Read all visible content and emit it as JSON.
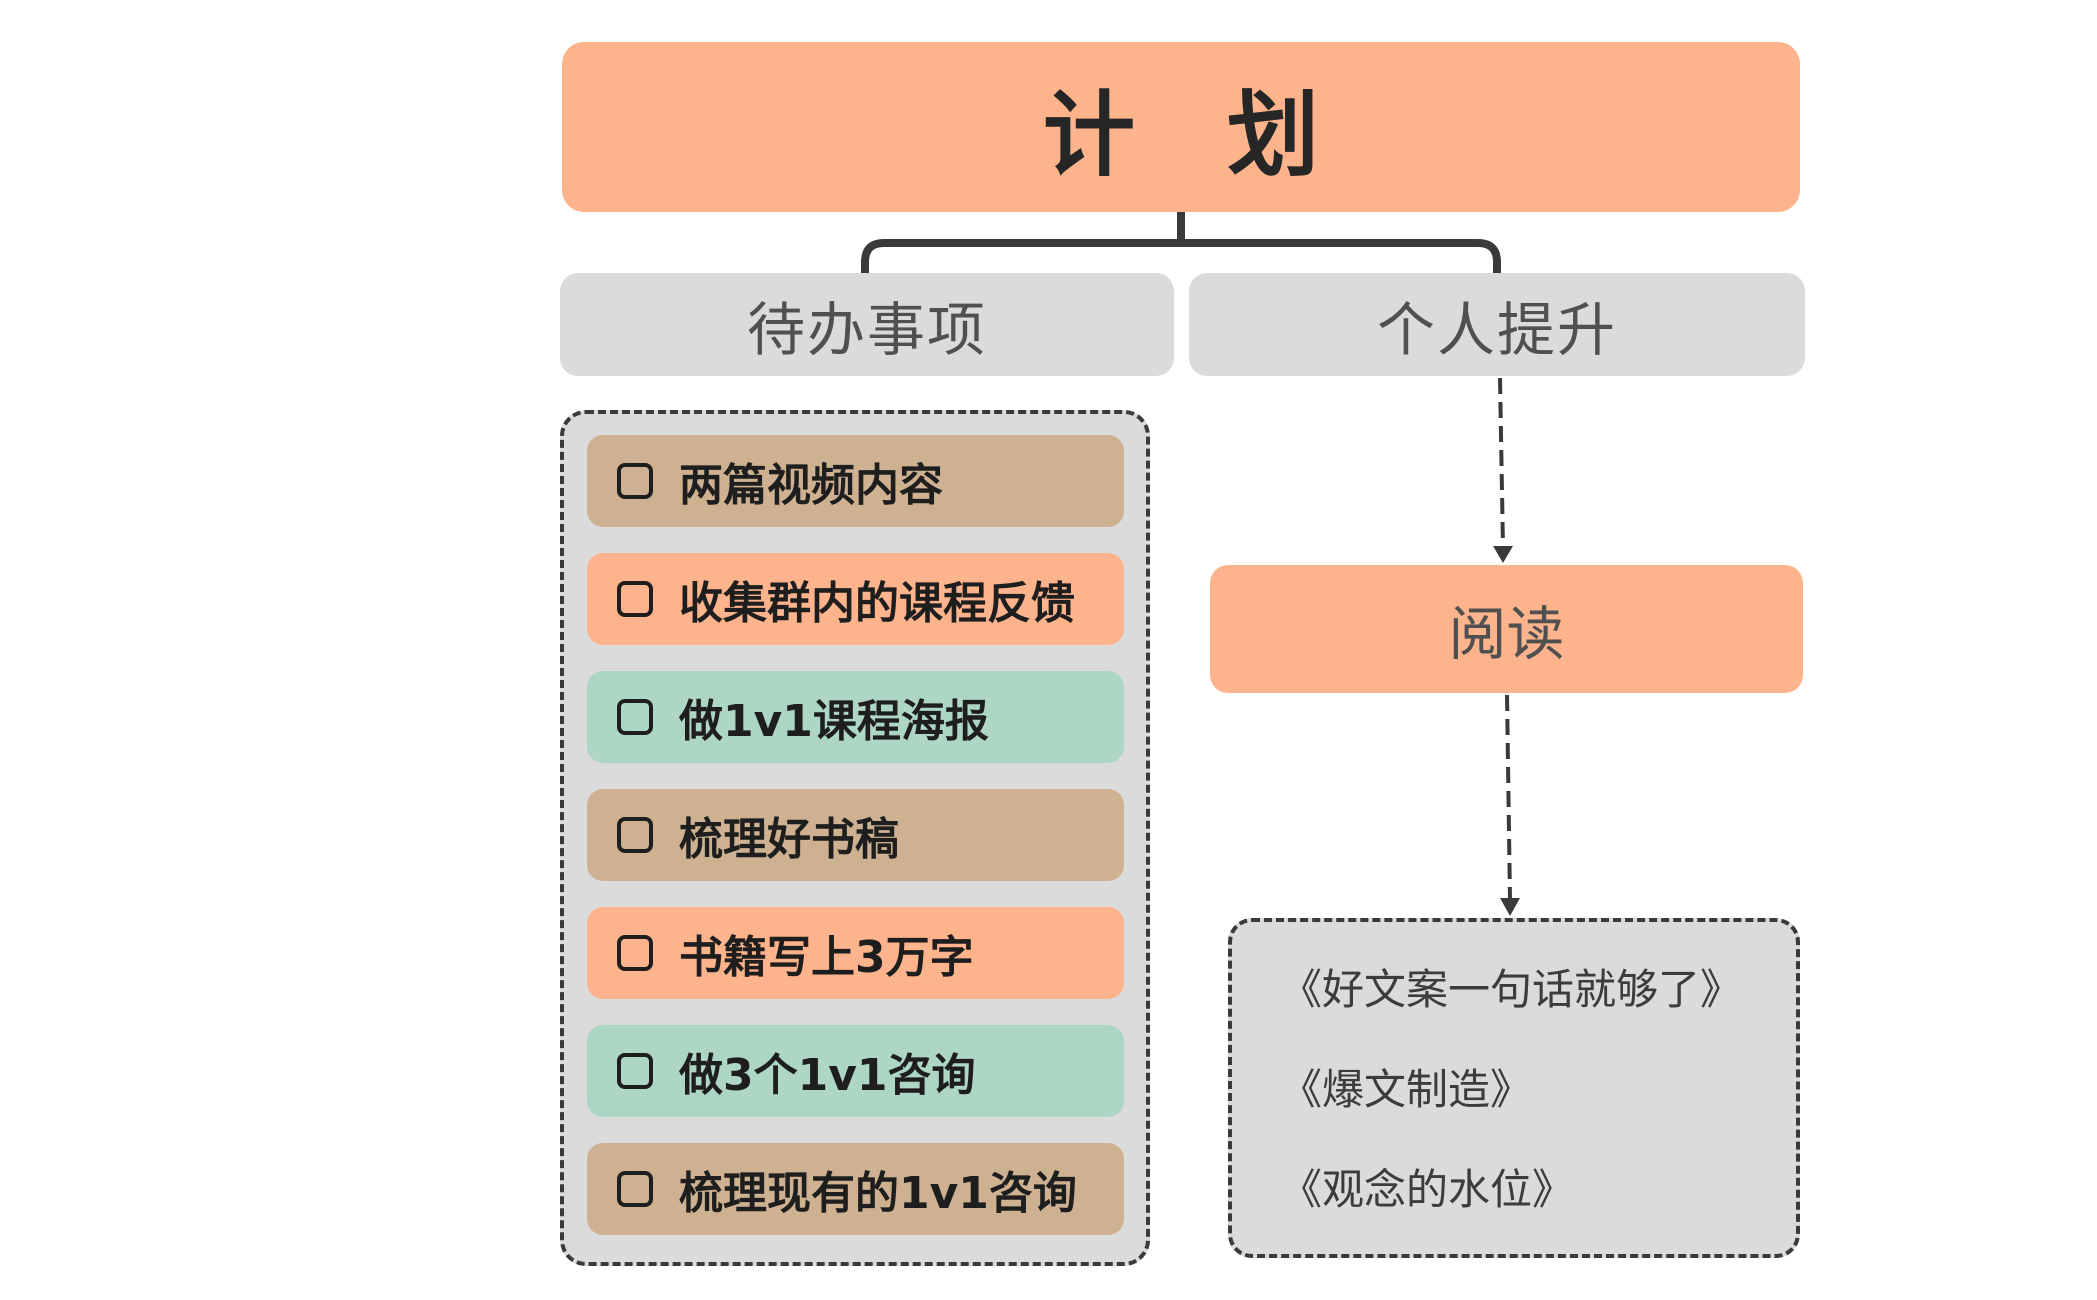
{
  "title": "计 划",
  "categories": {
    "todo": "待办事项",
    "growth": "个人提升"
  },
  "todo_items": [
    {
      "label": "两篇视频内容",
      "color": "#CDB190"
    },
    {
      "label": "收集群内的课程反馈",
      "color": "#FDB48C"
    },
    {
      "label": "做1v1课程海报",
      "color": "#ADD6C4"
    },
    {
      "label": "梳理好书稿",
      "color": "#CDB190"
    },
    {
      "label": "书籍写上3万字",
      "color": "#FDB48C"
    },
    {
      "label": "做3个1v1咨询",
      "color": "#ADD6C4"
    },
    {
      "label": "梳理现有的1v1咨询",
      "color": "#CDB190"
    }
  ],
  "reading": {
    "label": "阅读",
    "books": [
      "《好文案一句话就够了》",
      "《爆文制造》",
      "《观念的水位》"
    ]
  },
  "colors": {
    "orange": "#FDB48C",
    "gray": "#DBDBDB",
    "tan": "#CDB190",
    "green": "#ADD6C4",
    "connector": "#3a3a3a"
  }
}
